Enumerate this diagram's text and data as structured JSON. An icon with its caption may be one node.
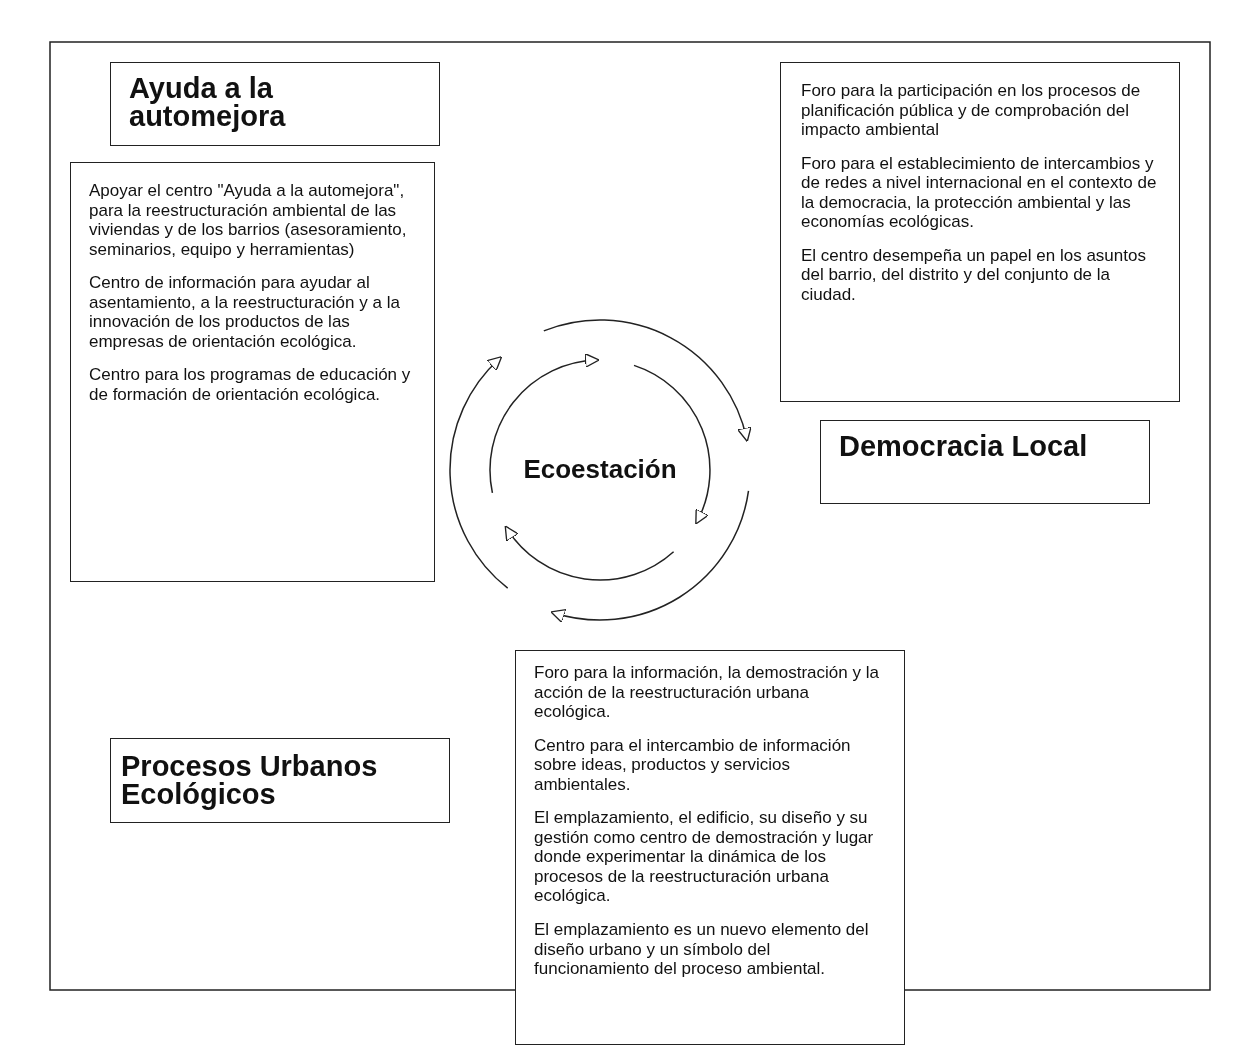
{
  "diagram": {
    "nodes": [
      {
        "text": [
          "Ayuda a la automejora"
        ]
      },
      {
        "text": [
          "Apoyar el centro \"Ayuda a la automejora\", para la reestructuración ambiental de las viviendas y de los barrios (asesoramiento, seminarios, equipo y herramientas)",
          "Centro de información para ayudar al asentamiento, a la reestructuración y a la innovación de los productos de las empresas de orientación ecológica.",
          "Centro para los programas de educación y de formación de orientación ecológica."
        ]
      },
      {
        "text": [
          "Foro para la participación en los procesos de planificación pública y de comprobación del impacto ambiental",
          "Foro para el establecimiento de intercambios y de redes a nivel internacional en el contexto de la democracia, la protección ambiental y las economías ecológicas.",
          "El centro desempeña un papel en los asuntos del barrio, del distrito y del conjunto de la ciudad."
        ]
      },
      {
        "text": [
          "Democracia Local"
        ]
      },
      {
        "text": [
          "Ecoestación"
        ]
      },
      {
        "text": [
          "Foro para la información, la demostración y la acción de la reestructuración urbana ecológica.",
          "Centro para el intercambio de información sobre ideas, productos y servicios ambientales.",
          "El emplazamiento, el edificio, su diseño y su gestión como centro de demostración y lugar donde experimentar la dinámica de los procesos de la reestructuración urbana ecológica.",
          "El emplazamiento es un nuevo elemento del diseño urbano y un símbolo del funcionamiento del proceso ambiental."
        ]
      },
      {
        "text": [
          "Procesos Urbanos Ecológicos"
        ]
      }
    ]
  }
}
